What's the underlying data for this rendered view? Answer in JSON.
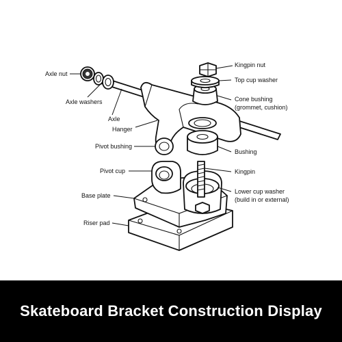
{
  "labels": {
    "axle_nut": "Axle nut",
    "axle_washers": "Axle washers",
    "axle": "Axle",
    "hanger": "Hanger",
    "pivot_bushing": "Pivot bushing",
    "pivot_cup": "Pivot cup",
    "base_plate": "Base plate",
    "riser_pad": "Riser pad",
    "kingpin_nut": "Kingpin nut",
    "top_cup_washer": "Top cup washer",
    "cone_bushing": "Cone bushing",
    "cone_bushing_sub": "(grommet, cushion)",
    "bushing": "Bushing",
    "kingpin": "Kingpin",
    "lower_cup_washer": "Lower cup washer",
    "lower_cup_washer_sub": "(build in or external)"
  },
  "caption": "Skateboard Bracket Construction Display",
  "colors": {
    "caption_bg": "#000000",
    "caption_text": "#ffffff",
    "line": "#111111"
  }
}
